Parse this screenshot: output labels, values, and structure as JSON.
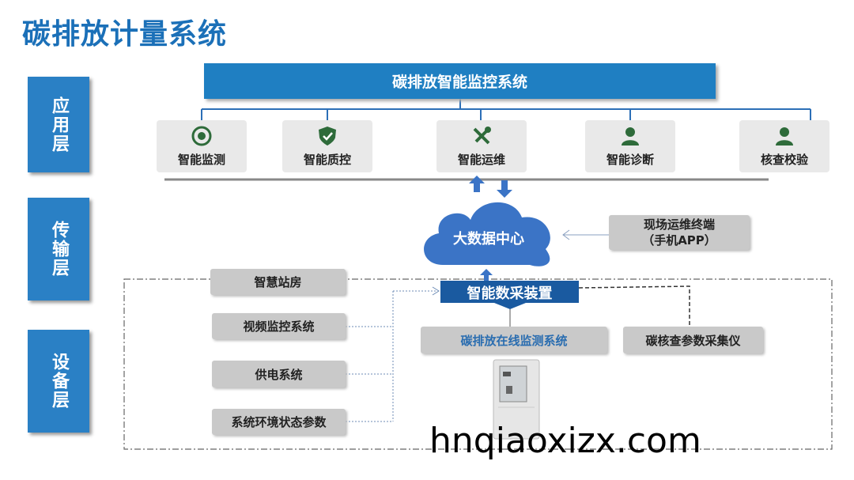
{
  "title": "碳排放计量系统",
  "layers": [
    "应用层",
    "传输层",
    "设备层"
  ],
  "banner": "碳排放智能监控系统",
  "functions": [
    {
      "label": "智能监测",
      "icon": "target-icon"
    },
    {
      "label": "智能质控",
      "icon": "shield-check-icon"
    },
    {
      "label": "智能运维",
      "icon": "tools-icon"
    },
    {
      "label": "智能诊断",
      "icon": "user-icon"
    },
    {
      "label": "核查校验",
      "icon": "user-icon"
    }
  ],
  "cloud": "大数据中心",
  "terminal": {
    "line1": "现场运维终端",
    "line2": "（手机APP）"
  },
  "devices": {
    "station": "智慧站房",
    "video": "视频监控系统",
    "power": "供电系统",
    "env": "系统环境状态参数",
    "collector": "智能数采装置",
    "online": "碳排放在线监测系统",
    "verify": "碳核查参数采集仪"
  },
  "watermark": "hnqiaoxizx.com",
  "colors": {
    "primary": "#1f7fc2",
    "dark": "#1a5aa0",
    "cloud": "#3b74c6",
    "gray": "#c9c9c9",
    "icon": "#2e6b3a"
  }
}
